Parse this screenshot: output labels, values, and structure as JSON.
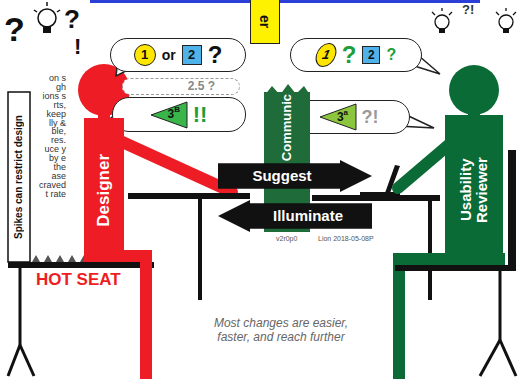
{
  "diagram": {
    "nodes": [
      {
        "text": [
          "er"
        ]
      },
      {
        "text": [
          "or",
          "?"
        ]
      },
      {
        "text": [
          "1"
        ],
        "in": 1
      },
      {
        "text": [
          "2"
        ],
        "in": 1
      },
      {
        "text": [
          "2.5 ?"
        ]
      },
      {
        "text": [
          "!!"
        ]
      },
      {
        "text": [
          "3",
          "B"
        ],
        "in": 5
      },
      {
        "text": [
          "?",
          "?"
        ]
      },
      {
        "text": [
          "1"
        ],
        "in": 7
      },
      {
        "text": [
          "2"
        ],
        "in": 7
      },
      {
        "text": [
          "?!"
        ]
      },
      {
        "text": [
          "3",
          "a"
        ],
        "in": 10
      },
      {
        "text": [
          "Designer"
        ]
      },
      {
        "text": [
          "Communic"
        ]
      },
      {
        "text": [
          "Usability Reviewer"
        ]
      },
      {
        "text": [
          "Suggest"
        ]
      },
      {
        "text": [
          "Illuminate"
        ]
      }
    ],
    "labels": [
      "?",
      "?",
      "!",
      "?!",
      "on s gh ions s rts, keep lly & ble, res. uce y by e the ase craved t rate",
      "Spikes can restrict design",
      "HOT SEAT",
      "v2r0p0",
      "Lion 2018-05-08P",
      "Most changes are easier, faster, and reach further"
    ]
  }
}
